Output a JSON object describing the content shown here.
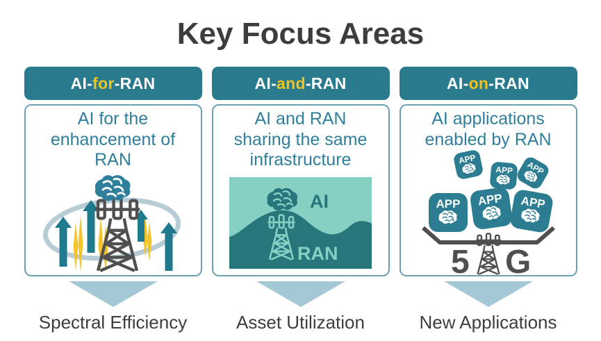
{
  "title": "Key Focus Areas",
  "theme": {
    "teal": "#287a8c",
    "yellow": "#f0c41e",
    "card-border": "#6aa0b2",
    "desc-teal": "#2e7f9c",
    "mint": "#85d0c3",
    "deep-teal": "#26767c",
    "tile-teal": "#2c7d92",
    "icon-gray": "#4f4f4f",
    "ring": "#b7ccd5",
    "arrow-teal": "#1f7a8e",
    "spike-yellow": "#f2c52f",
    "triangle": "#a5c8d6",
    "text-dark": "#3d3d3d"
  },
  "columns": [
    {
      "header": {
        "prefix": "AI-",
        "highlight": "for",
        "suffix": "-RAN"
      },
      "description": "AI for the\nenhancement of\nRAN",
      "icon": "tower-with-brain-and-up-arrows",
      "outcome": "Spectral Efficiency"
    },
    {
      "header": {
        "prefix": "AI-",
        "highlight": "and",
        "suffix": "-RAN"
      },
      "description": "AI and RAN\nsharing the same\ninfrastructure",
      "icon": "ai-ran-shared-infrastructure",
      "icon_labels": {
        "ai": "AI",
        "ran": "RAN"
      },
      "outcome": "Asset Utilization"
    },
    {
      "header": {
        "prefix": "AI-",
        "highlight": "on",
        "suffix": "-RAN"
      },
      "description": "AI applications\nenabled by RAN",
      "icon": "app-tiles-on-5g-tray",
      "icon_labels": {
        "app": "APP",
        "five": "5",
        "g": "G"
      },
      "outcome": "New Applications"
    }
  ]
}
